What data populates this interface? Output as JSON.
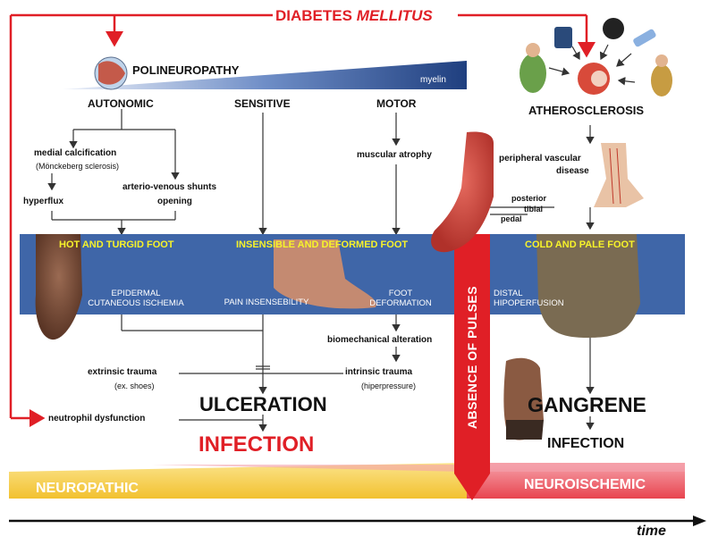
{
  "title": {
    "prefix": "DIABETES ",
    "italic": "MELLITUS"
  },
  "polineuropathy": "POLINEUROPATHY",
  "myelin": "myelin",
  "branches": {
    "autonomic": "AUTONOMIC",
    "sensitive": "SENSITIVE",
    "motor": "MOTOR",
    "atherosclerosis": "ATHEROSCLEROSIS"
  },
  "autonomic": {
    "medial_calcification": "medial calcification",
    "monckeberg": "(Mönckeberg sclerosis)",
    "hyperflux": "hyperflux",
    "shunts_line1": "arterio-venous shunts",
    "shunts_line2": "opening"
  },
  "motor": {
    "muscular_atrophy": "muscular atrophy"
  },
  "vascular": {
    "pvd_line1": "peripheral vascular",
    "pvd_line2": "disease",
    "posterior": "posterior",
    "tibial": "tibial",
    "pedal": "pedal"
  },
  "bands": {
    "hot": "HOT AND TURGID FOOT",
    "insensible": "INSENSIBLE AND DEFORMED FOOT",
    "cold": "COLD AND PALE FOOT",
    "epidermal_1": "EPIDERMAL",
    "epidermal_2": "CUTANEOUS ISCHEMIA",
    "pain": "PAIN INSENSEBILITY",
    "foot_def_1": "FOOT",
    "foot_def_2": "DEFORMATION",
    "distal_1": "DISTAL",
    "distal_2": "HIPOPERFUSION"
  },
  "lower": {
    "biomech": "biomechanical alteration",
    "extrinsic": "extrinsic trauma",
    "ex_shoes": "(ex. shoes)",
    "intrinsic": "intrinsic trauma",
    "hiper": "(hiperpressure)",
    "ulceration": "ULCERATION",
    "neutrophil": "neutrophil dysfunction",
    "infection_red": "INFECTION",
    "gangrene": "GANGRENE",
    "infection_black": "INFECTION"
  },
  "absence": "ABSENCE OF PULSES",
  "timeline": {
    "neuropathic": "NEUROPATHIC",
    "neuroischemic": "NEUROISCHEMIC",
    "time": "time"
  },
  "colors": {
    "red": "#e01f26",
    "blue": "#3f66a8",
    "navy": "#1f3f7f",
    "yellow": "#f5cf3a",
    "pink": "#ee5a66"
  }
}
